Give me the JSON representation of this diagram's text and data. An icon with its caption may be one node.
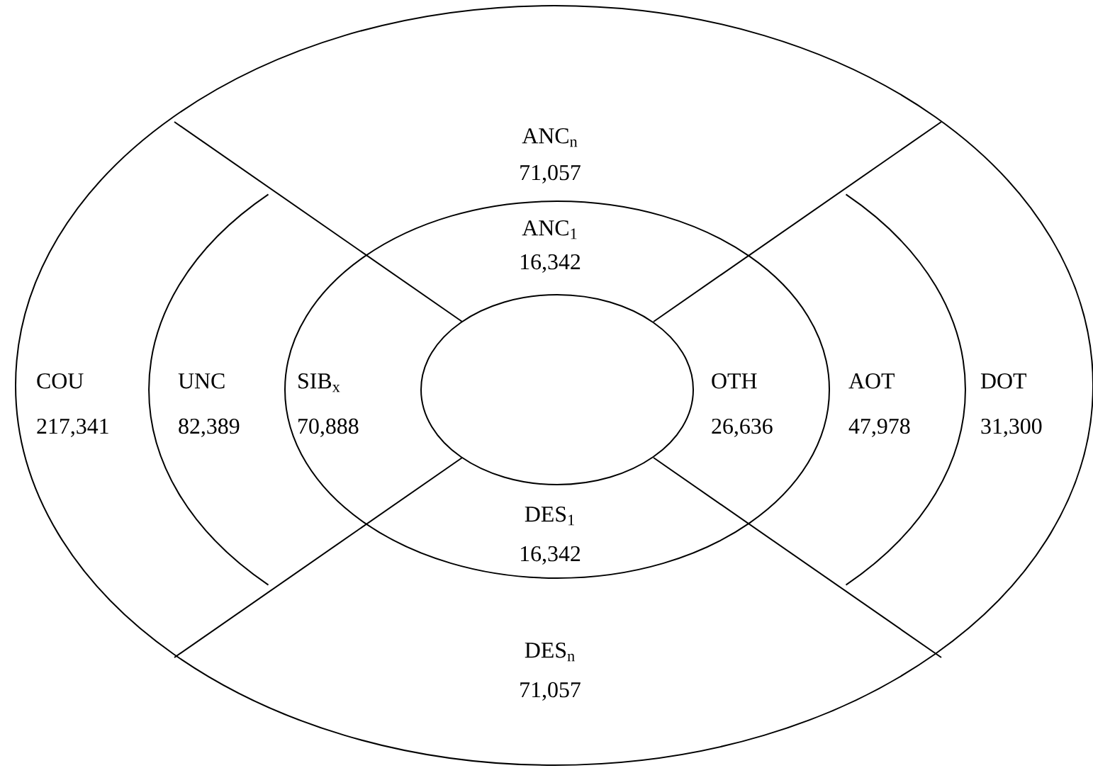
{
  "diagram": {
    "nodes": [
      {
        "text": [],
        "shape": "ellipse"
      },
      {
        "text": [
          "ANC$_{n}$",
          "71,057"
        ],
        "in": 0
      },
      {
        "text": [],
        "shape": "ellipse",
        "in": 0
      },
      {
        "text": [
          "ANC$_{1}$",
          "16,342"
        ],
        "in": 2
      },
      {
        "text": [],
        "shape": "ellipse",
        "in": 2
      },
      {
        "text": [
          "COU",
          "217,341"
        ],
        "in": 0
      },
      {
        "text": [
          "UNC",
          "82,389"
        ],
        "in": 0
      },
      {
        "text": [
          "SIB$_{x}$",
          "70,888"
        ],
        "in": 2
      },
      {
        "text": [
          "OTH",
          "26,636"
        ],
        "in": 2
      },
      {
        "text": [
          "AOT",
          "47,978"
        ],
        "in": 0
      },
      {
        "text": [
          "DOT",
          "31,300"
        ],
        "in": 0
      },
      {
        "text": [
          "DES$_{1}$",
          "16,342"
        ],
        "in": 2
      },
      {
        "text": [
          "DES$_{n}$",
          "71,057"
        ],
        "in": 0
      }
    ]
  }
}
